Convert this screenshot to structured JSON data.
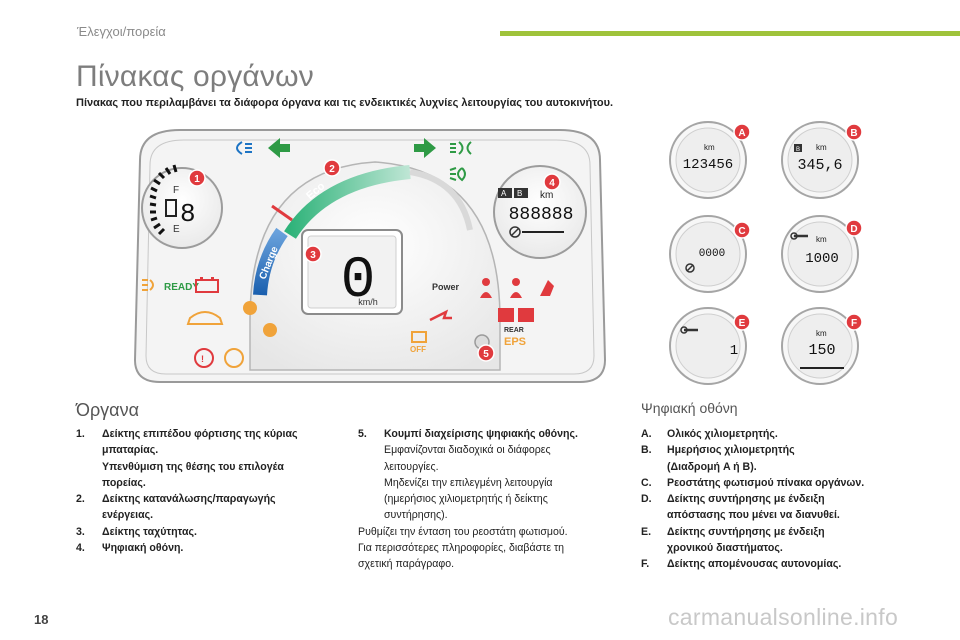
{
  "header": {
    "section": "Έλεγχοι/πορεία",
    "title": "Πίνακας οργάνων",
    "subtitle": "Πίνακας που περιλαμβάνει τα διάφορα όργανα και τις ενδεικτικές λυχνίες λειτουργίας του αυτοκινήτου."
  },
  "dashboard": {
    "markers": [
      "1",
      "2",
      "3",
      "4",
      "5"
    ],
    "speed": "0",
    "speed_unit": "km/h",
    "eco_label": "Eco",
    "charge_label": "Charge",
    "power_label": "Power",
    "ready_label": "READY",
    "off_label": "OFF",
    "rear_label": "REAR",
    "eps_label": "EPS",
    "fuel_digit": "8",
    "gauge_f": "F",
    "gauge_e": "E",
    "screen_tag_a": "A",
    "screen_tag_b": "B",
    "screen_unit": "km",
    "screen_digits": "888888"
  },
  "insets": [
    {
      "letter": "A",
      "unit": "km",
      "value": "123456",
      "icon": "none"
    },
    {
      "letter": "B",
      "unit": "km",
      "value": "345,6",
      "icon": "trip-b-icon",
      "tag": "B"
    },
    {
      "letter": "C",
      "unit": "",
      "value": "0000",
      "icon": "dimmer-icon"
    },
    {
      "letter": "D",
      "unit": "km",
      "value": "1000",
      "icon": "wrench-icon"
    },
    {
      "letter": "E",
      "unit": "",
      "value": "1",
      "icon": "wrench-icon"
    },
    {
      "letter": "F",
      "unit": "km",
      "value": "150",
      "icon": "none"
    }
  ],
  "instruments": {
    "heading": "Όργανα",
    "items": [
      {
        "num": "1.",
        "lines": [
          "Δείκτης επιπέδου φόρτισης της κύριας",
          "μπαταρίας.",
          "Υπενθύμιση της θέσης του επιλογέα",
          "πορείας."
        ]
      },
      {
        "num": "2.",
        "lines": [
          "Δείκτης κατανάλωσης/παραγωγής",
          "ενέργειας."
        ]
      },
      {
        "num": "3.",
        "lines": [
          "Δείκτης ταχύτητας."
        ]
      },
      {
        "num": "4.",
        "lines": [
          "Ψηφιακή οθόνη."
        ]
      }
    ]
  },
  "instruments_col2": {
    "num": "5.",
    "title": "Κουμπί διαχείρισης ψηφιακής οθόνης.",
    "lines": [
      "Εμφανίζονται διαδοχικά οι διάφορες",
      "λειτουργίες.",
      "Μηδενίζει την επιλεγμένη λειτουργία",
      "(ημερήσιος χιλιομετρητής ή δείκτης",
      "συντήρησης)."
    ],
    "extra": [
      "Ρυθμίζει την ένταση του ρεοστάτη φωτισμού.",
      "Για περισσότερες πληροφορίες, διαβάστε τη",
      "σχετική παράγραφο."
    ]
  },
  "digital_screen": {
    "heading": "Ψηφιακή οθόνη",
    "items": [
      {
        "num": "A.",
        "lines": [
          "Ολικός χιλιομετρητής."
        ]
      },
      {
        "num": "B.",
        "lines": [
          "Ημερήσιος χιλιομετρητής",
          "(Διαδρομή A ή B)."
        ]
      },
      {
        "num": "C.",
        "lines": [
          "Ρεοστάτης φωτισμού πίνακα οργάνων."
        ]
      },
      {
        "num": "D.",
        "lines": [
          "Δείκτης συντήρησης με ένδειξη",
          "απόστασης που μένει να διανυθεί."
        ]
      },
      {
        "num": "E.",
        "lines": [
          "Δείκτης συντήρησης με ένδειξη",
          "χρονικού διαστήματος."
        ]
      },
      {
        "num": "F.",
        "lines": [
          "Δείκτης απομένουσας αυτονομίας."
        ]
      }
    ]
  },
  "footer": {
    "page_number": "18",
    "watermark": "carmanualsonline.info"
  },
  "colors": {
    "accent_green": "#9fc33b",
    "marker_red": "#e03a3e",
    "indicator_blue": "#1d74c4",
    "indicator_orange": "#f0a33a"
  }
}
